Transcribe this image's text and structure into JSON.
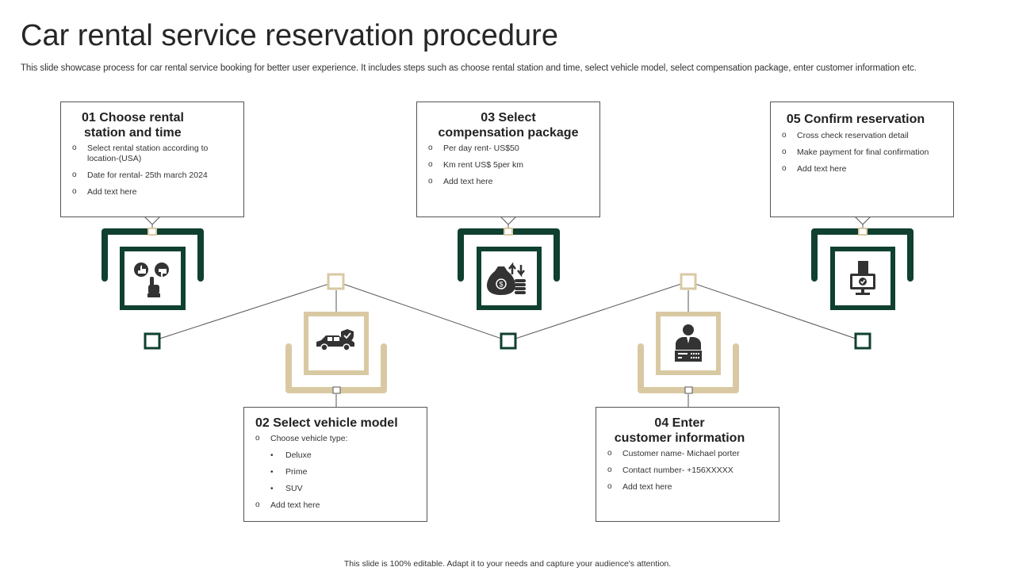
{
  "title": "Car rental service reservation procedure",
  "subtitle": "This slide showcase process for car rental service booking for better user experience. It includes steps such as choose rental station and time, select vehicle model, select compensation package, enter customer information etc.",
  "footer": "This slide is 100% editable.  Adapt it to your needs and capture your audience's attention.",
  "colors": {
    "dark": "#0f4030",
    "beige": "#d9c9a3",
    "line": "#555555"
  },
  "steps": [
    {
      "title_lines": [
        "01 Choose rental",
        "station and time"
      ],
      "icon": "thumbs-up-down-hand-icon",
      "items": [
        {
          "text": "Select rental station according to location-(USA)"
        },
        {
          "text": "Date  for rental- 25th march 2024"
        },
        {
          "text": "Add text here"
        }
      ]
    },
    {
      "title_lines": [
        "02 Select vehicle model"
      ],
      "icon": "car-shield-icon",
      "items": [
        {
          "text": "Choose vehicle type:"
        },
        {
          "text": "Deluxe",
          "sub": true
        },
        {
          "text": "Prime",
          "sub": true
        },
        {
          "text": "SUV",
          "sub": true
        },
        {
          "text": "Add text here"
        }
      ]
    },
    {
      "title_lines": [
        "03 Select",
        "compensation package"
      ],
      "icon": "money-bag-coins-icon",
      "items": [
        {
          "text": "Per  day rent- US$50"
        },
        {
          "text": "Km  rent US$  5per km"
        },
        {
          "text": "Add text here"
        }
      ]
    },
    {
      "title_lines": [
        "04 Enter",
        "customer information"
      ],
      "icon": "customer-id-icon",
      "items": [
        {
          "text": "Customer name- Michael porter"
        },
        {
          "text": "Contact number- +156XXXXX"
        },
        {
          "text": "Add text here"
        }
      ]
    },
    {
      "title_lines": [
        "05 Confirm reservation"
      ],
      "icon": "confirm-payment-icon",
      "items": [
        {
          "text": "Cross check reservation detail"
        },
        {
          "text": "Make payment for final confirmation"
        },
        {
          "text": "Add text here"
        }
      ]
    }
  ]
}
